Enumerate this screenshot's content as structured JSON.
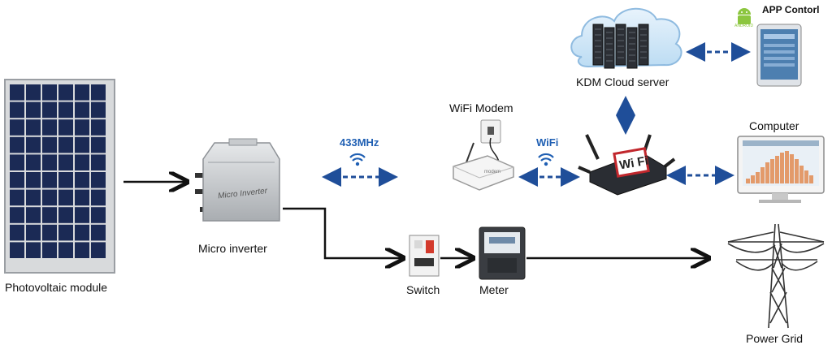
{
  "labels": {
    "pv_module": "Photovoltaic module",
    "micro_inverter": "Micro inverter",
    "inverter_print": "Micro Inverter",
    "switch": "Switch",
    "meter": "Meter",
    "power_grid": "Power Grid",
    "wifi_modem": "WiFi Modem",
    "kdm_cloud": "KDM Cloud server",
    "computer": "Computer",
    "app_control": "APP Contorl",
    "freq_433": "433MHz",
    "wifi": "WiFi",
    "android": "ANDROID",
    "router_badge": "Wi Fi"
  },
  "colors": {
    "power_arrow": "#111111",
    "data_link": "#1f4e99",
    "accent_blue": "#1f5fb3",
    "panel_cell": "#1b2a55",
    "android_green": "#8cc63f"
  }
}
